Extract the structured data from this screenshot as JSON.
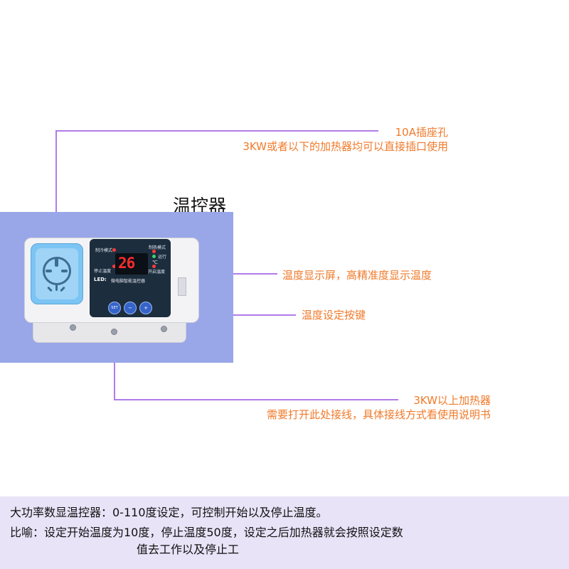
{
  "title": "温控器",
  "callouts": {
    "socket": {
      "line1": "10A插座孔",
      "line2": "3KW或者以下的加热器均可以直接插口使用"
    },
    "display": {
      "text": "温度显示屏，高精准度显示温度"
    },
    "buttons": {
      "text": "温度设定按键"
    },
    "wiring": {
      "line1": "3KW以上加热器",
      "line2": "需要打开此处接线，具体接线方式看使用说明书"
    }
  },
  "device": {
    "labels": {
      "cool_mode": "制冷模式",
      "heat_mode": "制热模式",
      "running": "运行",
      "stop_temp": "停止温度",
      "start_temp": "开启温度",
      "unit": "℃"
    },
    "display_value": "26",
    "brand": "LED:",
    "name": "微电脑智能温控器",
    "buttons": {
      "set": "SET",
      "minus": "−",
      "plus": "+"
    }
  },
  "description": {
    "line1": "大功率数显温控器：0-110度设定，可控制开始以及停止温度。",
    "line2": "比喻：设定开始温度为10度，停止温度50度，设定之后加热器就会按照设定数",
    "line3": "值去工作以及停止工"
  },
  "colors": {
    "callout_text": "#f07a2a",
    "callout_line": "#b07ce8",
    "backdrop": "#99a6e8",
    "band": "#e9e3f8",
    "socket": "#7cc4f3",
    "panel": "#1c2d3d",
    "led": "#ff2b2b"
  }
}
